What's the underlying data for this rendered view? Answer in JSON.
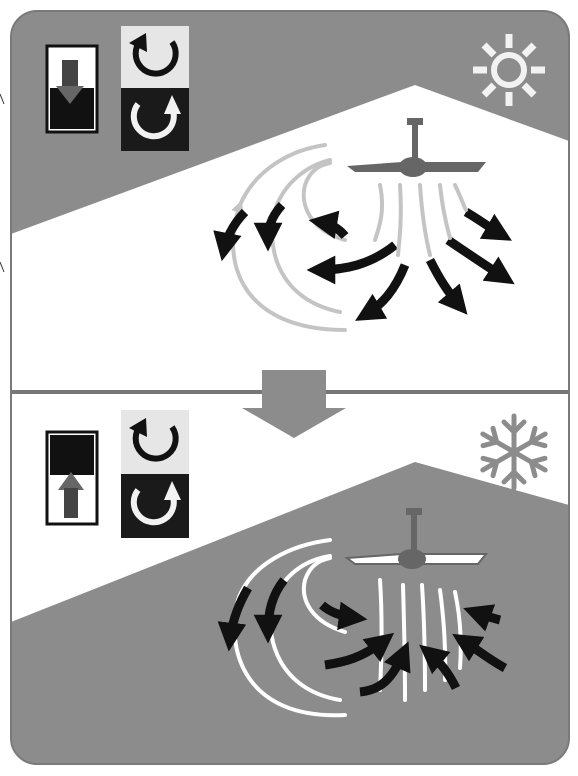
{
  "colors": {
    "panel_gray": "#8c8c8c",
    "panel_border": "#7a7a7a",
    "wall_white": "#ffffff",
    "divider": "#777777",
    "arrow_black": "#111111",
    "arrow_gray": "#c4c4c4",
    "fan": "#666666",
    "icon_dark": "#1a1a1a",
    "icon_light": "#e6e6e6",
    "symbol_light": "#f2f2f2"
  },
  "sections": [
    {
      "season": "summer",
      "season_icon": "sun-icon",
      "switch_position": "down",
      "rotation_icons": [
        "counterclockwise-icon",
        "clockwise-icon"
      ],
      "airflow": "downward"
    },
    {
      "season": "winter",
      "season_icon": "snowflake-icon",
      "switch_position": "up",
      "rotation_icons": [
        "counterclockwise-icon",
        "clockwise-icon"
      ],
      "airflow": "upward"
    }
  ],
  "transition_icon": "down-arrow-icon"
}
